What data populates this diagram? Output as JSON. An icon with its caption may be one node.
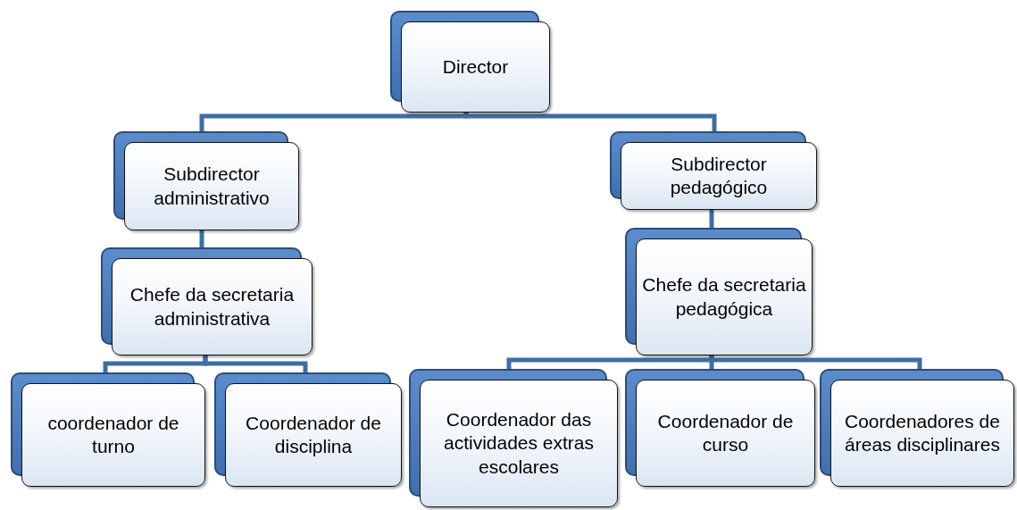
{
  "diagram": {
    "nodes": [
      {
        "text": [
          "Director"
        ]
      },
      {
        "text": [
          "Subdirector administrativo"
        ]
      },
      {
        "text": [
          "Subdirector pedagógico"
        ]
      },
      {
        "text": [
          "Chefe da secretaria administrativa"
        ]
      },
      {
        "text": [
          "Chefe da secretaria pedagógica"
        ]
      },
      {
        "text": [
          "coordenador de turno"
        ]
      },
      {
        "text": [
          "Coordenador de disciplina"
        ]
      },
      {
        "text": [
          "Coordenador das actividades extras escolares"
        ]
      },
      {
        "text": [
          "Coordenador de curso"
        ]
      },
      {
        "text": [
          "Coordenadores de áreas disciplinares"
        ]
      }
    ],
    "edges": [
      {
        "from": 0,
        "to": 1,
        "arrow": "none"
      },
      {
        "from": 0,
        "to": 2,
        "arrow": "none"
      },
      {
        "from": 1,
        "to": 3,
        "arrow": "none"
      },
      {
        "from": 2,
        "to": 4,
        "arrow": "none"
      },
      {
        "from": 3,
        "to": 5,
        "arrow": "none"
      },
      {
        "from": 3,
        "to": 6,
        "arrow": "none"
      },
      {
        "from": 4,
        "to": 7,
        "arrow": "none"
      },
      {
        "from": 4,
        "to": 8,
        "arrow": "none"
      },
      {
        "from": 4,
        "to": 9,
        "arrow": "none"
      }
    ]
  }
}
